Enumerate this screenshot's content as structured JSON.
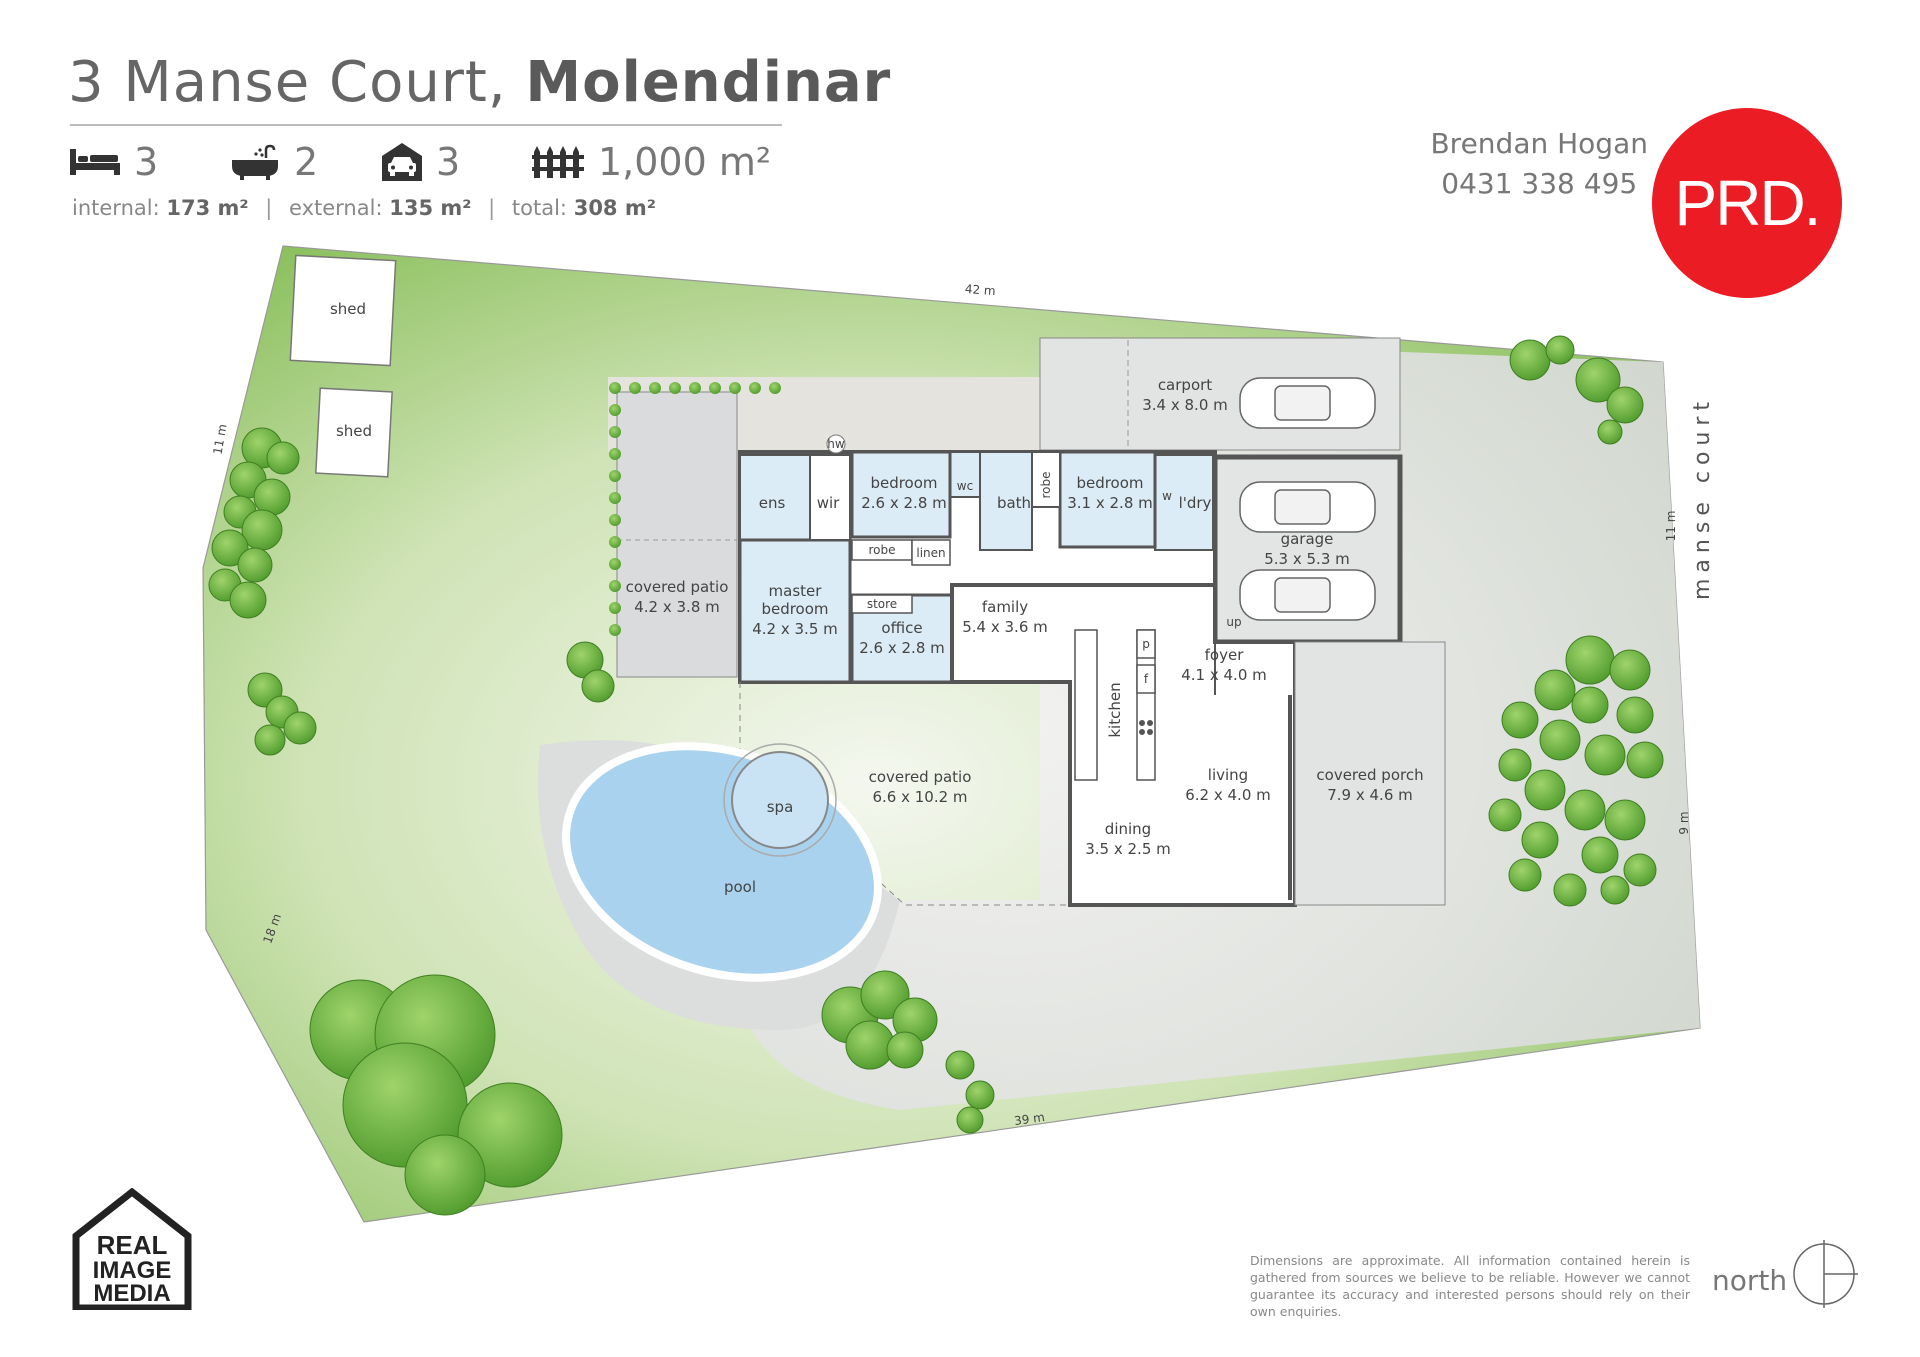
{
  "header": {
    "address_street": "3 Manse Court, ",
    "address_suburb": "Molendinar"
  },
  "stats": {
    "beds": "3",
    "baths": "2",
    "cars": "3",
    "land": "1,000 m²"
  },
  "areas": {
    "internal_label": "internal:",
    "internal_value": "173 m²",
    "external_label": "external:",
    "external_value": "135 m²",
    "total_label": "total:",
    "total_value": "308 m²",
    "separator": "|"
  },
  "agent": {
    "name": "Brendan Hogan",
    "phone": "0431 338 495",
    "brand": "PRD.",
    "brand_color": "#ec1c24"
  },
  "plan": {
    "dims": {
      "north": "42 m",
      "south": "39 m",
      "west_upper": "11 m",
      "west_lower": "18 m",
      "east_upper": "11 m",
      "east_lower": "9 m"
    },
    "rooms": {
      "shed1": "shed",
      "shed2": "shed",
      "carport_name": "carport",
      "carport_dim": "3.4 x 8.0 m",
      "garage_name": "garage",
      "garage_dim": "5.3 x 5.3 m",
      "hw": "hw",
      "ens": "ens",
      "wir": "wir",
      "bed2_name": "bedroom",
      "bed2_dim": "2.6 x 2.8 m",
      "wc": "wc",
      "bath": "bath",
      "robe1": "robe",
      "bed3_name": "bedroom",
      "bed3_dim": "3.1 x 2.8 m",
      "w": "w",
      "ldry": "l'dry",
      "robe2": "robe",
      "linen": "linen",
      "covered_patio_small_name": "covered patio",
      "covered_patio_small_dim": "4.2 x 3.8 m",
      "master_name1": "master",
      "master_name2": "bedroom",
      "master_dim": "4.2 x 3.5 m",
      "store": "store",
      "office_name": "office",
      "office_dim": "2.6 x 2.8 m",
      "family_name": "family",
      "family_dim": "5.4 x 3.6 m",
      "up": "up",
      "foyer_name": "foyer",
      "foyer_dim": "4.1 x 4.0 m",
      "p": "p",
      "f": "f",
      "kitchen": "kitchen",
      "covered_patio_big_name": "covered patio",
      "covered_patio_big_dim": "6.6 x 10.2 m",
      "living_name": "living",
      "living_dim": "6.2 x 4.0 m",
      "covered_porch_name": "covered porch",
      "covered_porch_dim": "7.9 x 4.6 m",
      "spa": "spa",
      "pool": "pool",
      "dining_name": "dining",
      "dining_dim": "3.5 x 2.5 m"
    },
    "street_name": "manse court",
    "colors": {
      "lawn": "#8fc163",
      "driveway": "#e3e4e4",
      "pool_water": "#a9d2ee",
      "pool_deck": "#d8d9d9",
      "tree": "#6db33f"
    }
  },
  "footer": {
    "disclaimer": "Dimensions are approximate.  All information contained herein is gathered from sources we believe to be reliable.  However we cannot guarantee its accuracy and interested persons should rely on their own enquiries.",
    "north_label": "north",
    "rim_logo_line1": "REAL",
    "rim_logo_line2": "IMAGE",
    "rim_logo_line3": "MEDIA"
  }
}
